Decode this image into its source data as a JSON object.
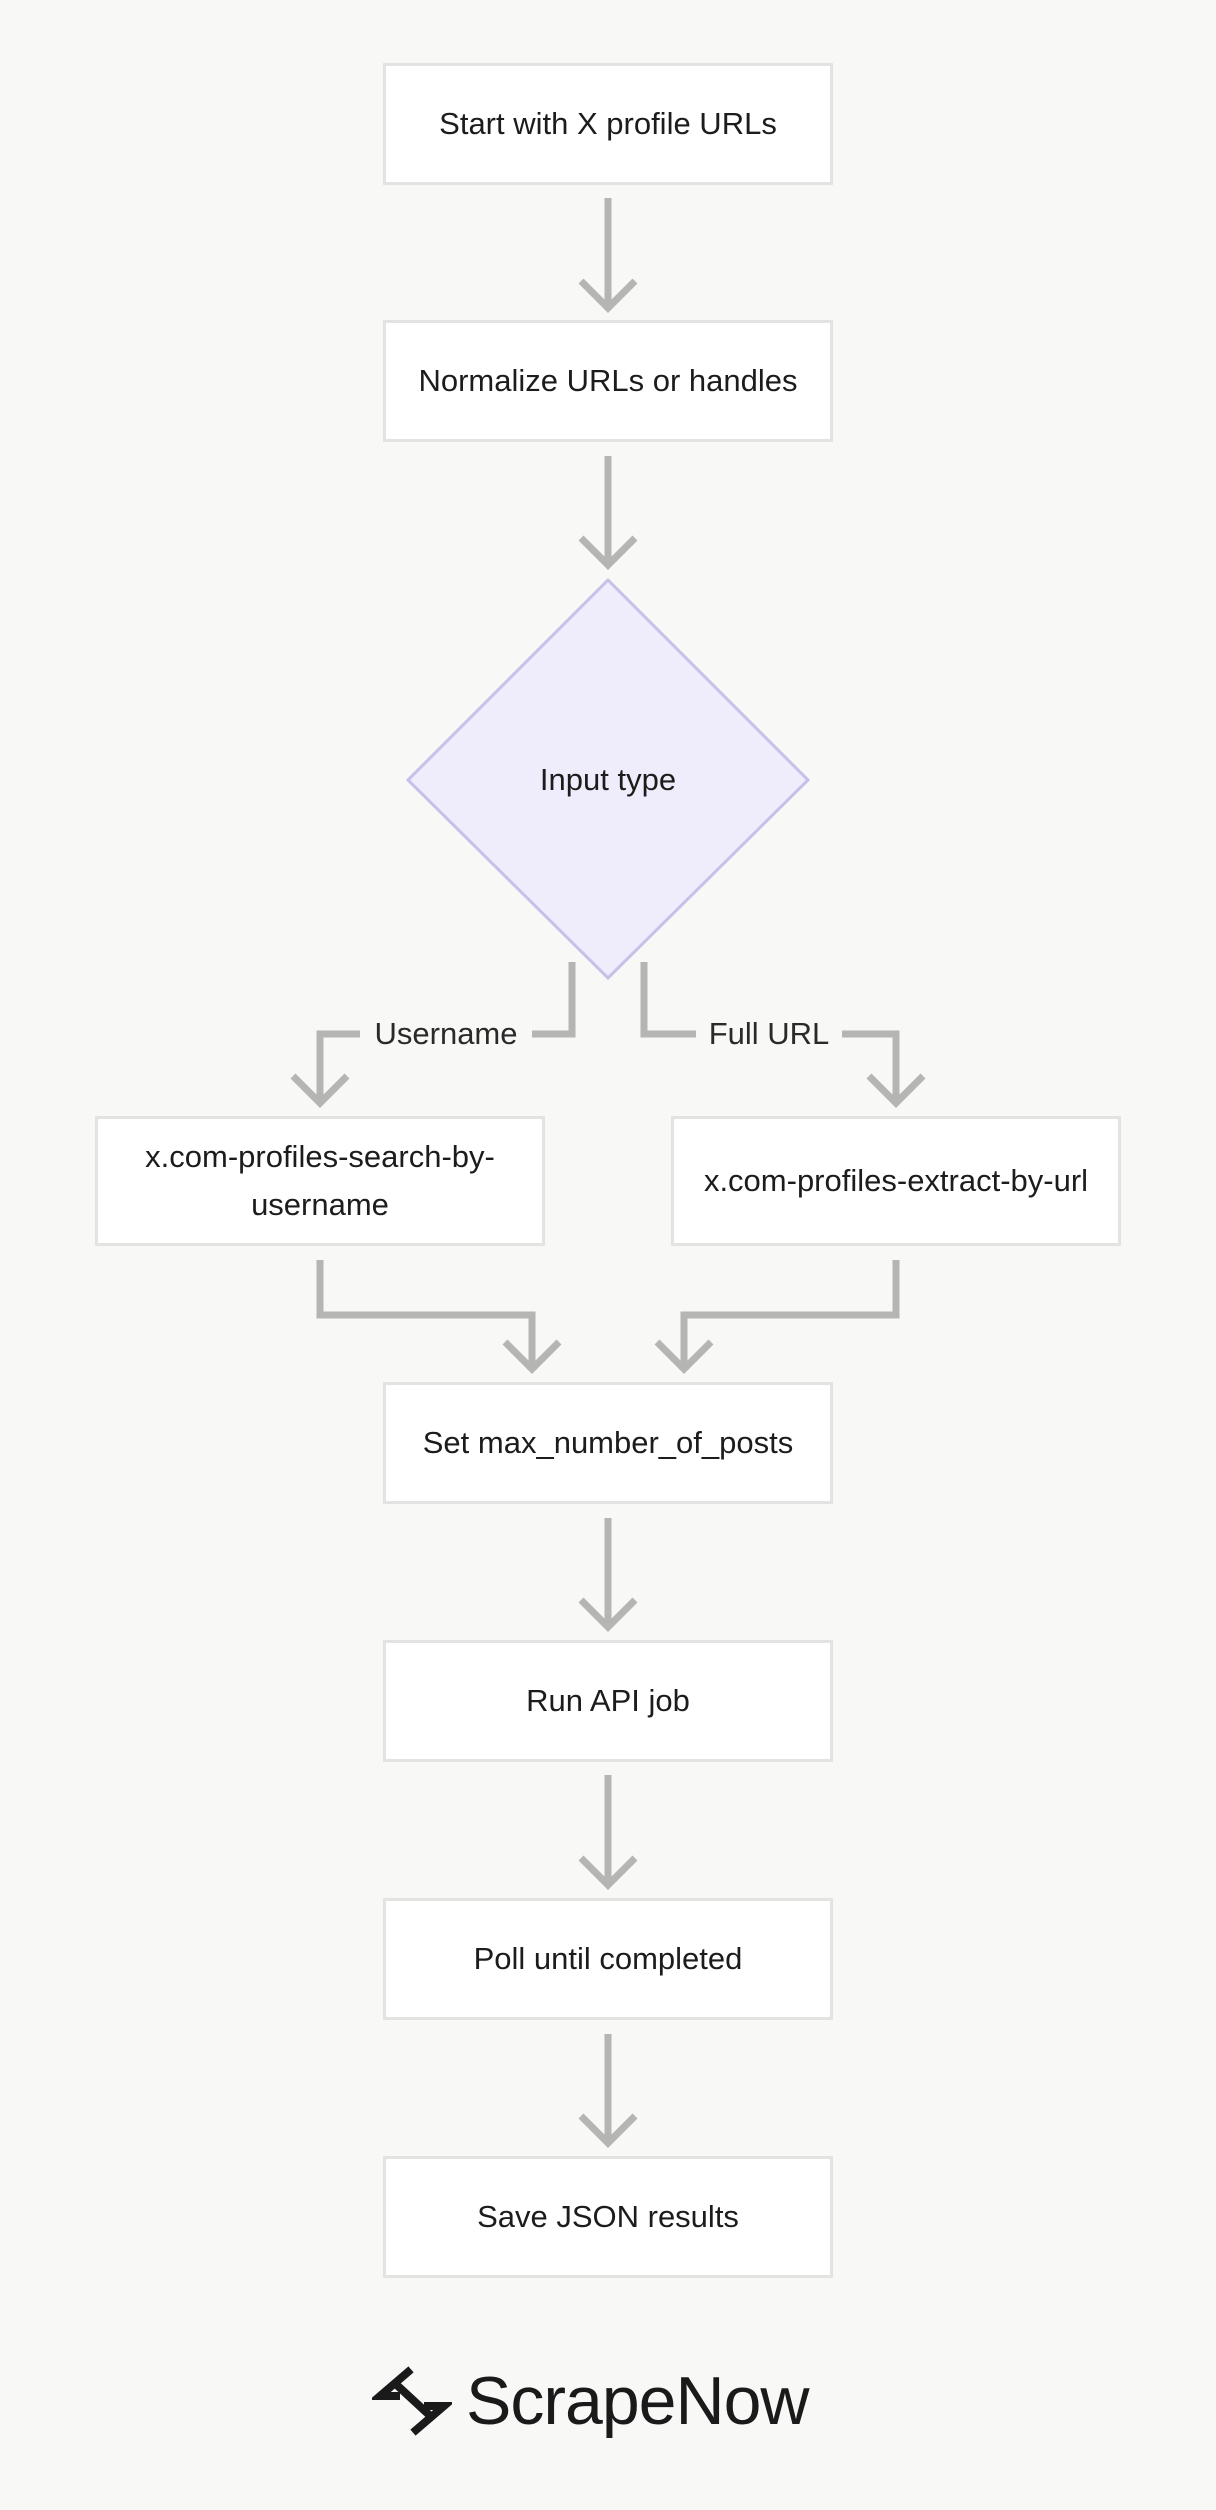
{
  "diagram": {
    "nodes": {
      "start": "Start with X profile URLs",
      "normalize": "Normalize URLs or handles",
      "decision": "Input type",
      "search_by_username": "x.com-profiles-search-by-username",
      "extract_by_url": "x.com-profiles-extract-by-url",
      "set_max": "Set max_number_of_posts",
      "run_job": "Run API job",
      "poll": "Poll until completed",
      "save": "Save JSON results"
    },
    "edge_labels": {
      "username": "Username",
      "full_url": "Full URL"
    },
    "colors": {
      "background": "#f8f8f7",
      "box_fill": "#ffffff",
      "box_border": "#e3e3e1",
      "decision_fill": "#efedfb",
      "decision_border": "#c8c0e8",
      "arrow": "#b5b5b3"
    }
  },
  "brand": {
    "name": "ScrapeNow",
    "icon": "scrapenow-logo-icon"
  }
}
